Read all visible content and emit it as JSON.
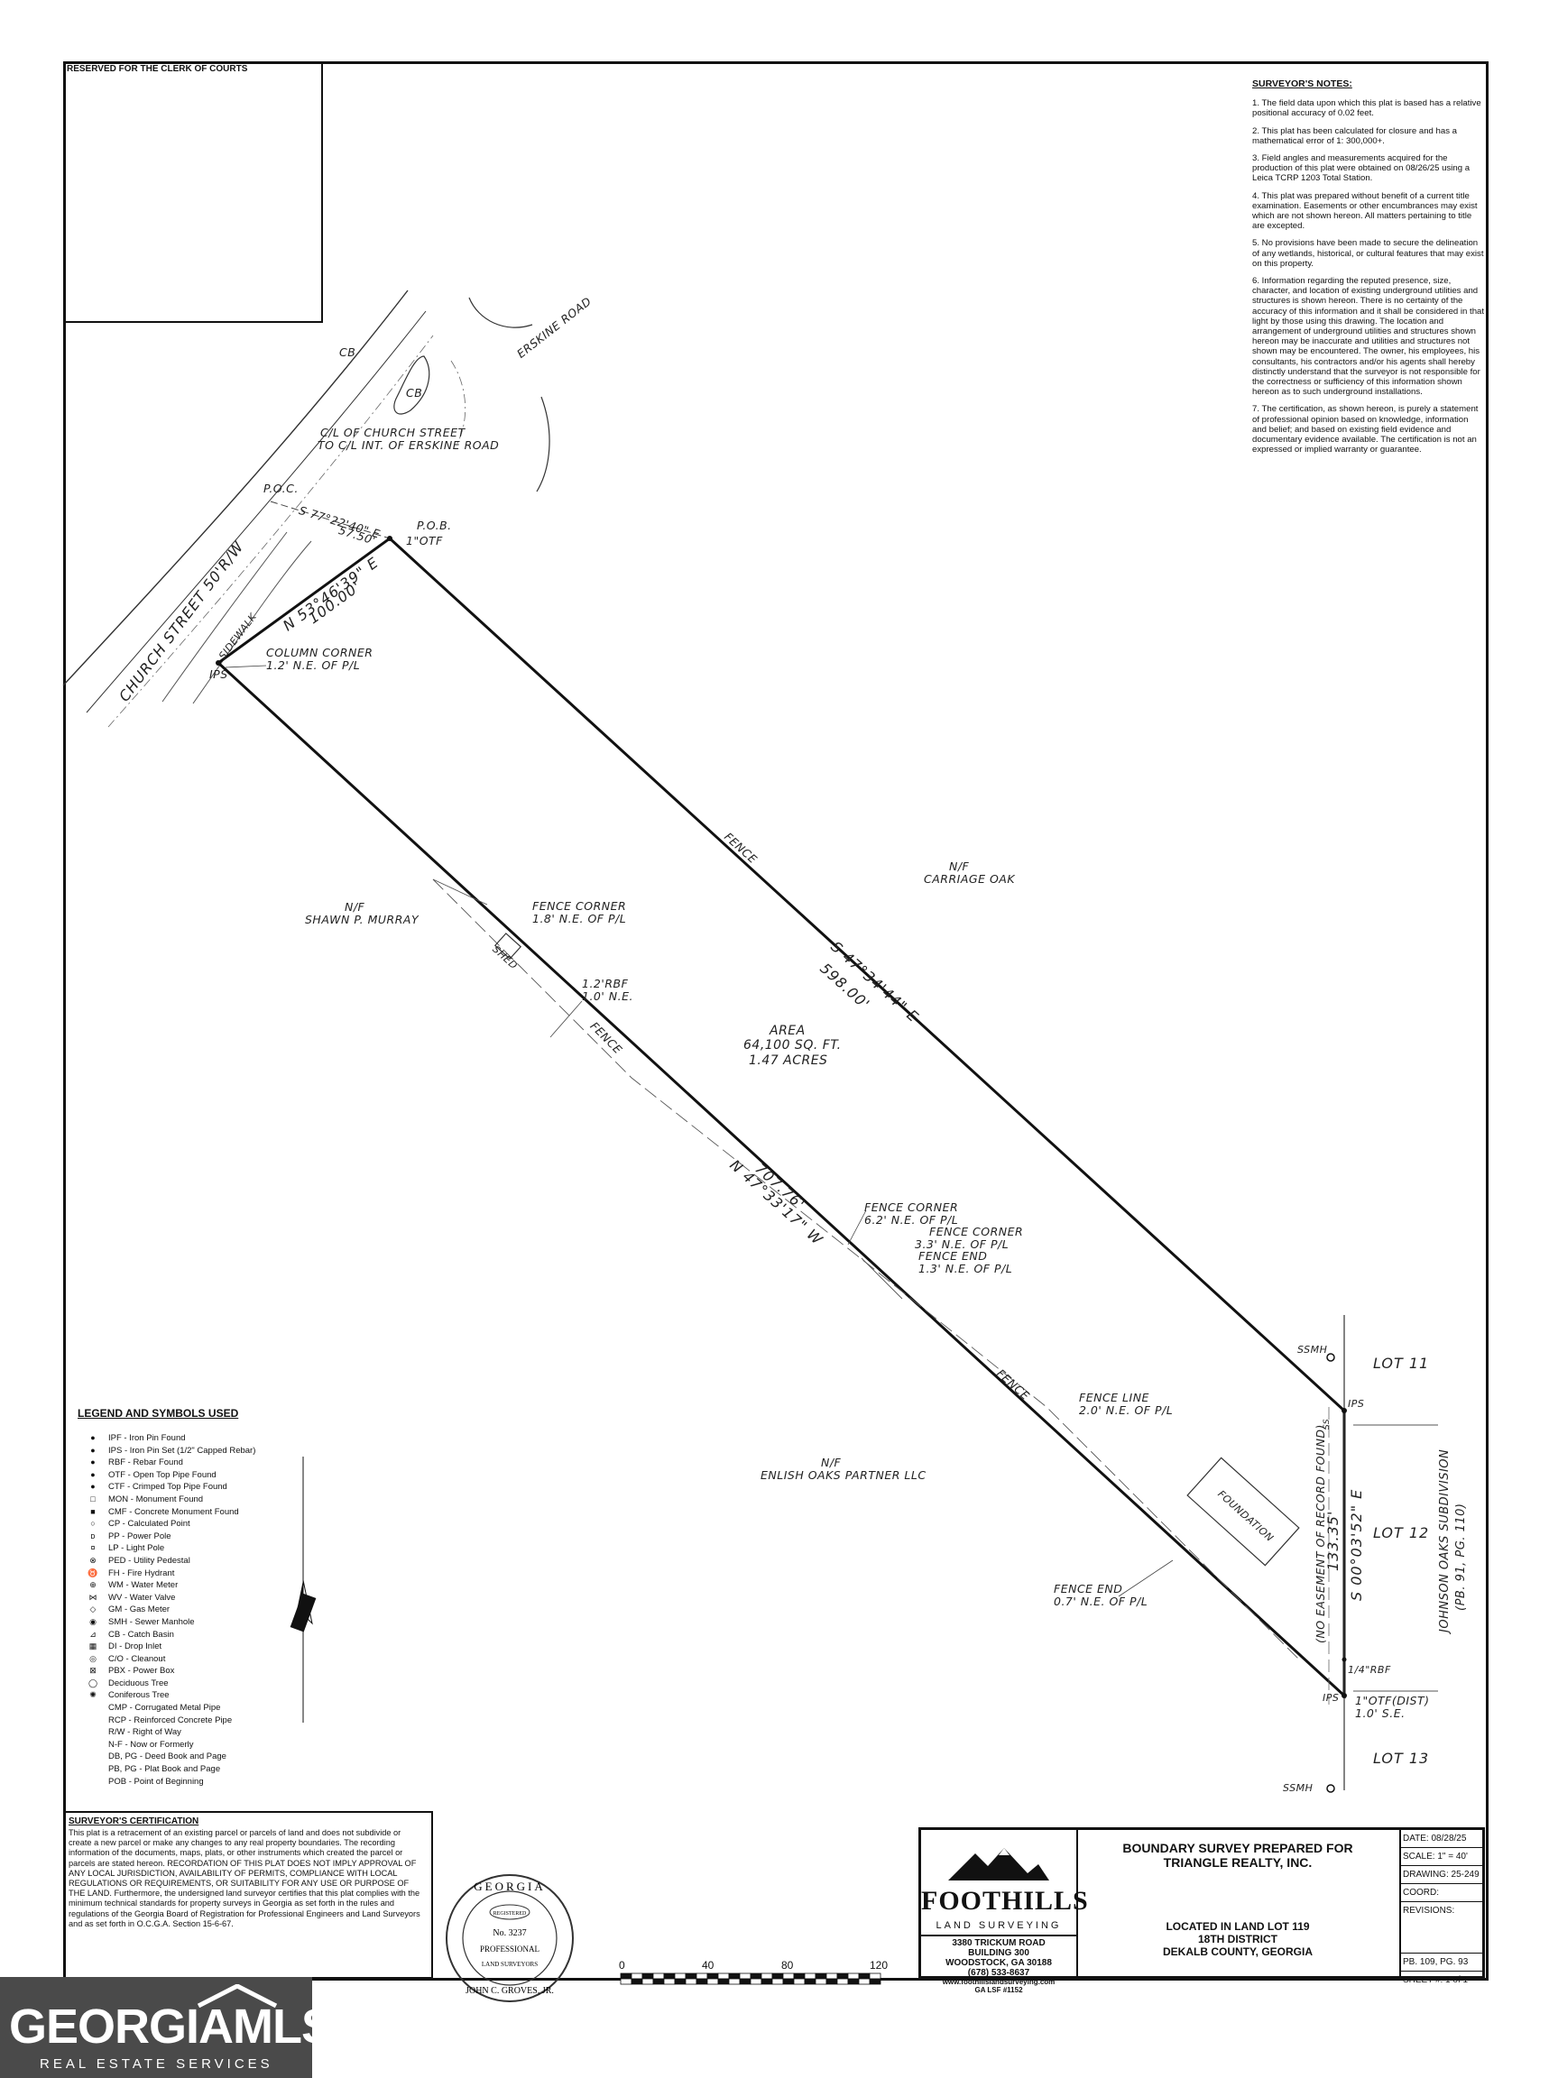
{
  "clerk_box": {
    "label": "RESERVED FOR THE CLERK OF COURTS"
  },
  "notes": {
    "title": "SURVEYOR'S NOTES:",
    "items": [
      "1. The field data upon which this plat is based has a relative positional accuracy of 0.02 feet.",
      "2. This plat has been calculated for closure and has a mathematical error of 1: 300,000+.",
      "3. Field angles and measurements acquired for the production of this plat were obtained on 08/26/25 using a Leica TCRP 1203 Total Station.",
      "4. This plat was prepared without benefit of a current title examination. Easements or other encumbrances may exist which are not shown hereon. All matters pertaining to title are excepted.",
      "5. No provisions have been made to secure the delineation of any wetlands, historical, or cultural features that may exist on this property.",
      "6. Information regarding the reputed presence, size, character, and location of existing underground utilities and structures is shown hereon. There is no certainty of the accuracy of this information and it shall be considered in that light by those using this drawing. The location and arrangement of underground utilities and structures shown hereon may be inaccurate and utilities and structures not shown may be encountered. The owner, his employees, his consultants, his contractors and/or his agents shall hereby distinctly understand that the surveyor is not responsible for the correctness or sufficiency of this information shown hereon as to such underground installations.",
      "7. The certification, as shown hereon, is purely a statement of professional opinion based on knowledge, information and belief; and based on existing field evidence and documentary evidence available. The certification is not an expressed or implied warranty or guarantee."
    ]
  },
  "plan": {
    "cb1": "CB",
    "cb2": "CB",
    "erskine": "ERSKINE ROAD",
    "cl1": "C/L OF CHURCH STREET",
    "cl2": "TO C/L INT. OF ERSKINE ROAD",
    "poc": "P.O.C.",
    "tie_bearing": "S 77°22'40\" E",
    "tie_dist": "57.50'",
    "pob": "P.O.B.",
    "pob_pin": "1\"OTF",
    "church": "CHURCH STREET 50'R/W",
    "sidewalk": "SIDEWALK",
    "front_bearing": "N 53°46'39\" E",
    "front_dist": "100.00'",
    "ips1": "IPS",
    "col1": "COLUMN CORNER",
    "col2": "1.2' N.E. OF P/L",
    "fence1": "FENCE",
    "nf_right1": "N/F",
    "nf_right2": "CARRIAGE OAK",
    "nf_left1": "N/F",
    "nf_left2": "SHAWN P. MURRAY",
    "fc1a": "FENCE CORNER",
    "fc1b": "1.8' N.E. OF P/L",
    "shed": "SHED",
    "rbf1": "1.2'RBF",
    "rbf2": "1.0' N.E.",
    "fence2": "FENCE",
    "east_bearing": "S 47°34'44\" E",
    "east_dist": "598.00'",
    "area1": "AREA",
    "area2": "64,100 SQ. FT.",
    "area3": "1.47 ACRES",
    "west_dist": "707.76'",
    "west_bearing": "N 47°33'17\" W",
    "fc2a": "FENCE CORNER",
    "fc2b": "6.2' N.E. OF P/L",
    "fc3a": "FENCE CORNER",
    "fc3b": "3.3' N.E. OF P/L",
    "fe1a": "FENCE END",
    "fe1b": "1.3' N.E. OF P/L",
    "fence3": "FENCE",
    "fl1": "FENCE LINE",
    "fl2": "2.0' N.E. OF P/L",
    "nf_bot1": "N/F",
    "nf_bot2": "ENLISH OAKS PARTNER LLC",
    "foundation": "FOUNDATION",
    "fe2a": "FENCE END",
    "fe2b": "0.7' N.E. OF P/L",
    "ssmh1": "SSMH",
    "ssmh2": "SSMH",
    "ips2": "IPS",
    "ips3": "IPS",
    "rbf4": "1/4\"RBF",
    "otf1": "1\"OTF(DIST)",
    "otf2": "1.0' S.E.",
    "lot11": "LOT 11",
    "lot12": "LOT 12",
    "lot13": "LOT 13",
    "easement": "(NO EASEMENT OF RECORD FOUND)",
    "rear_bearing": "S 00°03'52\" E",
    "rear_dist": "133.35'",
    "subdiv1": "JOHNSON OAKS SUBDIVISION",
    "subdiv2": "(PB. 91, PG. 110)",
    "ss": "SS"
  },
  "legend": {
    "title": "LEGEND AND SYMBOLS USED",
    "items": [
      {
        "sym": "●",
        "text": "IPF - Iron Pin Found"
      },
      {
        "sym": "●",
        "text": "IPS - Iron Pin Set (1/2\" Capped Rebar)"
      },
      {
        "sym": "●",
        "text": "RBF - Rebar Found"
      },
      {
        "sym": "●",
        "text": "OTF - Open Top Pipe Found"
      },
      {
        "sym": "●",
        "text": "CTF - Crimped Top Pipe Found"
      },
      {
        "sym": "□",
        "text": "MON - Monument Found"
      },
      {
        "sym": "■",
        "text": "CMF - Concrete Monument Found"
      },
      {
        "sym": "○",
        "text": "CP - Calculated Point"
      },
      {
        "sym": "ᴅ",
        "text": "PP - Power Pole"
      },
      {
        "sym": "¤",
        "text": "LP - Light Pole"
      },
      {
        "sym": "⊗",
        "text": "PED - Utility Pedestal"
      },
      {
        "sym": "♉",
        "text": "FH - Fire Hydrant"
      },
      {
        "sym": "⊕",
        "text": "WM - Water Meter"
      },
      {
        "sym": "⋈",
        "text": "WV - Water Valve"
      },
      {
        "sym": "◇",
        "text": "GM - Gas Meter"
      },
      {
        "sym": "◉",
        "text": "SMH - Sewer Manhole"
      },
      {
        "sym": "⊿",
        "text": "CB - Catch Basin"
      },
      {
        "sym": "▦",
        "text": "DI - Drop Inlet"
      },
      {
        "sym": "◎",
        "text": "C/O - Cleanout"
      },
      {
        "sym": "⊠",
        "text": "PBX - Power Box"
      },
      {
        "sym": "◯",
        "text": "Deciduous Tree"
      },
      {
        "sym": "✺",
        "text": "Coniferous Tree"
      },
      {
        "sym": "",
        "text": "CMP - Corrugated Metal Pipe"
      },
      {
        "sym": "",
        "text": "RCP - Reinforced Concrete Pipe"
      },
      {
        "sym": "",
        "text": "R/W - Right of Way"
      },
      {
        "sym": "",
        "text": "N-F - Now or Formerly"
      },
      {
        "sym": "",
        "text": "DB, PG - Deed Book and Page"
      },
      {
        "sym": "",
        "text": "PB, PG - Plat Book and Page"
      },
      {
        "sym": "",
        "text": "POB - Point of Beginning"
      }
    ]
  },
  "certification": {
    "title": "SURVEYOR'S CERTIFICATION",
    "body": "This plat is a retracement of an existing parcel or parcels of land and does not subdivide or create a new parcel or make any changes to any real property boundaries. The recording information of the documents, maps, plats, or other instruments which created the parcel or parcels are stated hereon. RECORDATION OF THIS PLAT DOES NOT IMPLY APPROVAL OF ANY LOCAL JURISDICTION, AVAILABILITY OF PERMITS, COMPLIANCE WITH LOCAL REGULATIONS OR REQUIREMENTS, OR SUITABILITY FOR ANY USE OR PURPOSE OF THE LAND. Furthermore, the undersigned land surveyor certifies that this plat complies with the minimum technical standards for property surveys in Georgia as set forth in the rules and regulations of the Georgia Board of Registration for Professional Engineers and Land Surveyors and as set forth in O.C.G.A. Section 15-6-67."
  },
  "seal": {
    "top": "GEORGIA",
    "registered": "REGISTERED",
    "number": "No. 3237",
    "professional": "PROFESSIONAL",
    "surveyors": "LAND SURVEYORS",
    "name": "JOHN C. GROVES, JR."
  },
  "scale_bar": {
    "ticks": [
      "0",
      "40",
      "80",
      "120"
    ]
  },
  "title_block": {
    "company": "FOOTHILLS",
    "company_sub": "LAND SURVEYING",
    "address1": "3380 TRICKUM ROAD",
    "address2": "BUILDING 300",
    "address3": "WOODSTOCK, GA 30188",
    "phone": "(678) 533-8637",
    "website": "www.foothillslandsurveying.com",
    "license": "GA LSF #1152",
    "survey_title1": "BOUNDARY SURVEY PREPARED FOR",
    "survey_title2": "TRIANGLE REALTY, INC.",
    "location1": "LOCATED IN LAND LOT 119",
    "location2": "18TH DISTRICT",
    "location3": "DEKALB COUNTY, GEORGIA",
    "date": "DATE: 08/28/25",
    "scale": "SCALE: 1\" = 40'",
    "drawing": "DRAWING: 25-249",
    "coord": "COORD:",
    "revisions": "REVISIONS:",
    "pb": "PB. 109, PG. 93",
    "sheet": "SHEET #: 1 of 1"
  },
  "brand": {
    "name": "GEORGIAMLS",
    "tagline": "REAL ESTATE SERVICES"
  }
}
